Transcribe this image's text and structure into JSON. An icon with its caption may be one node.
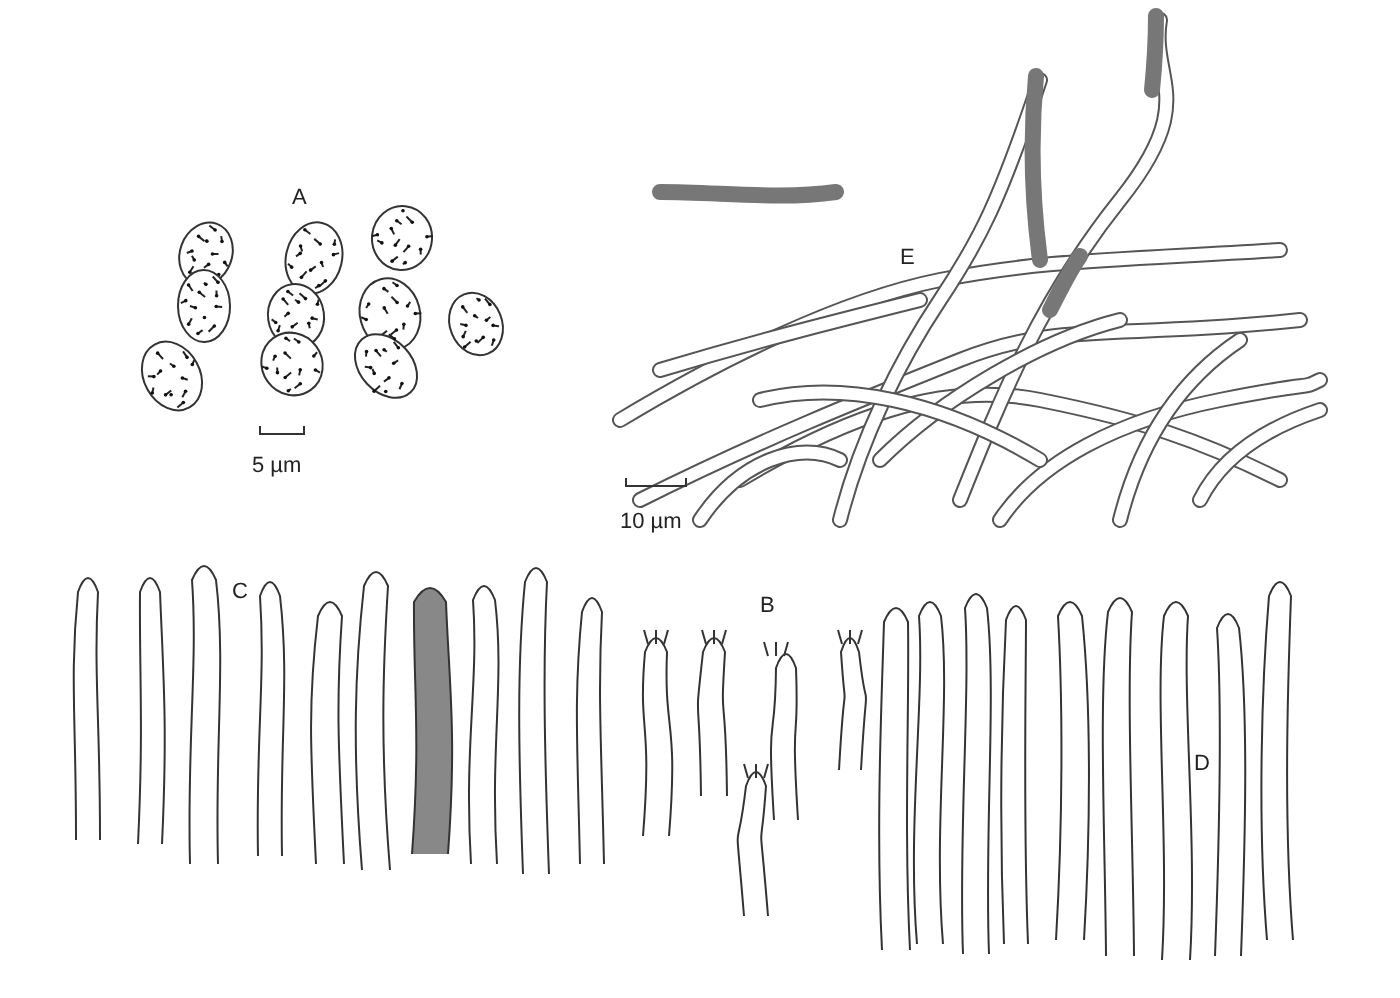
{
  "diagram": {
    "labels": [
      "A",
      "E",
      "5 µm",
      "10 µm",
      "C",
      "B",
      "D"
    ]
  }
}
